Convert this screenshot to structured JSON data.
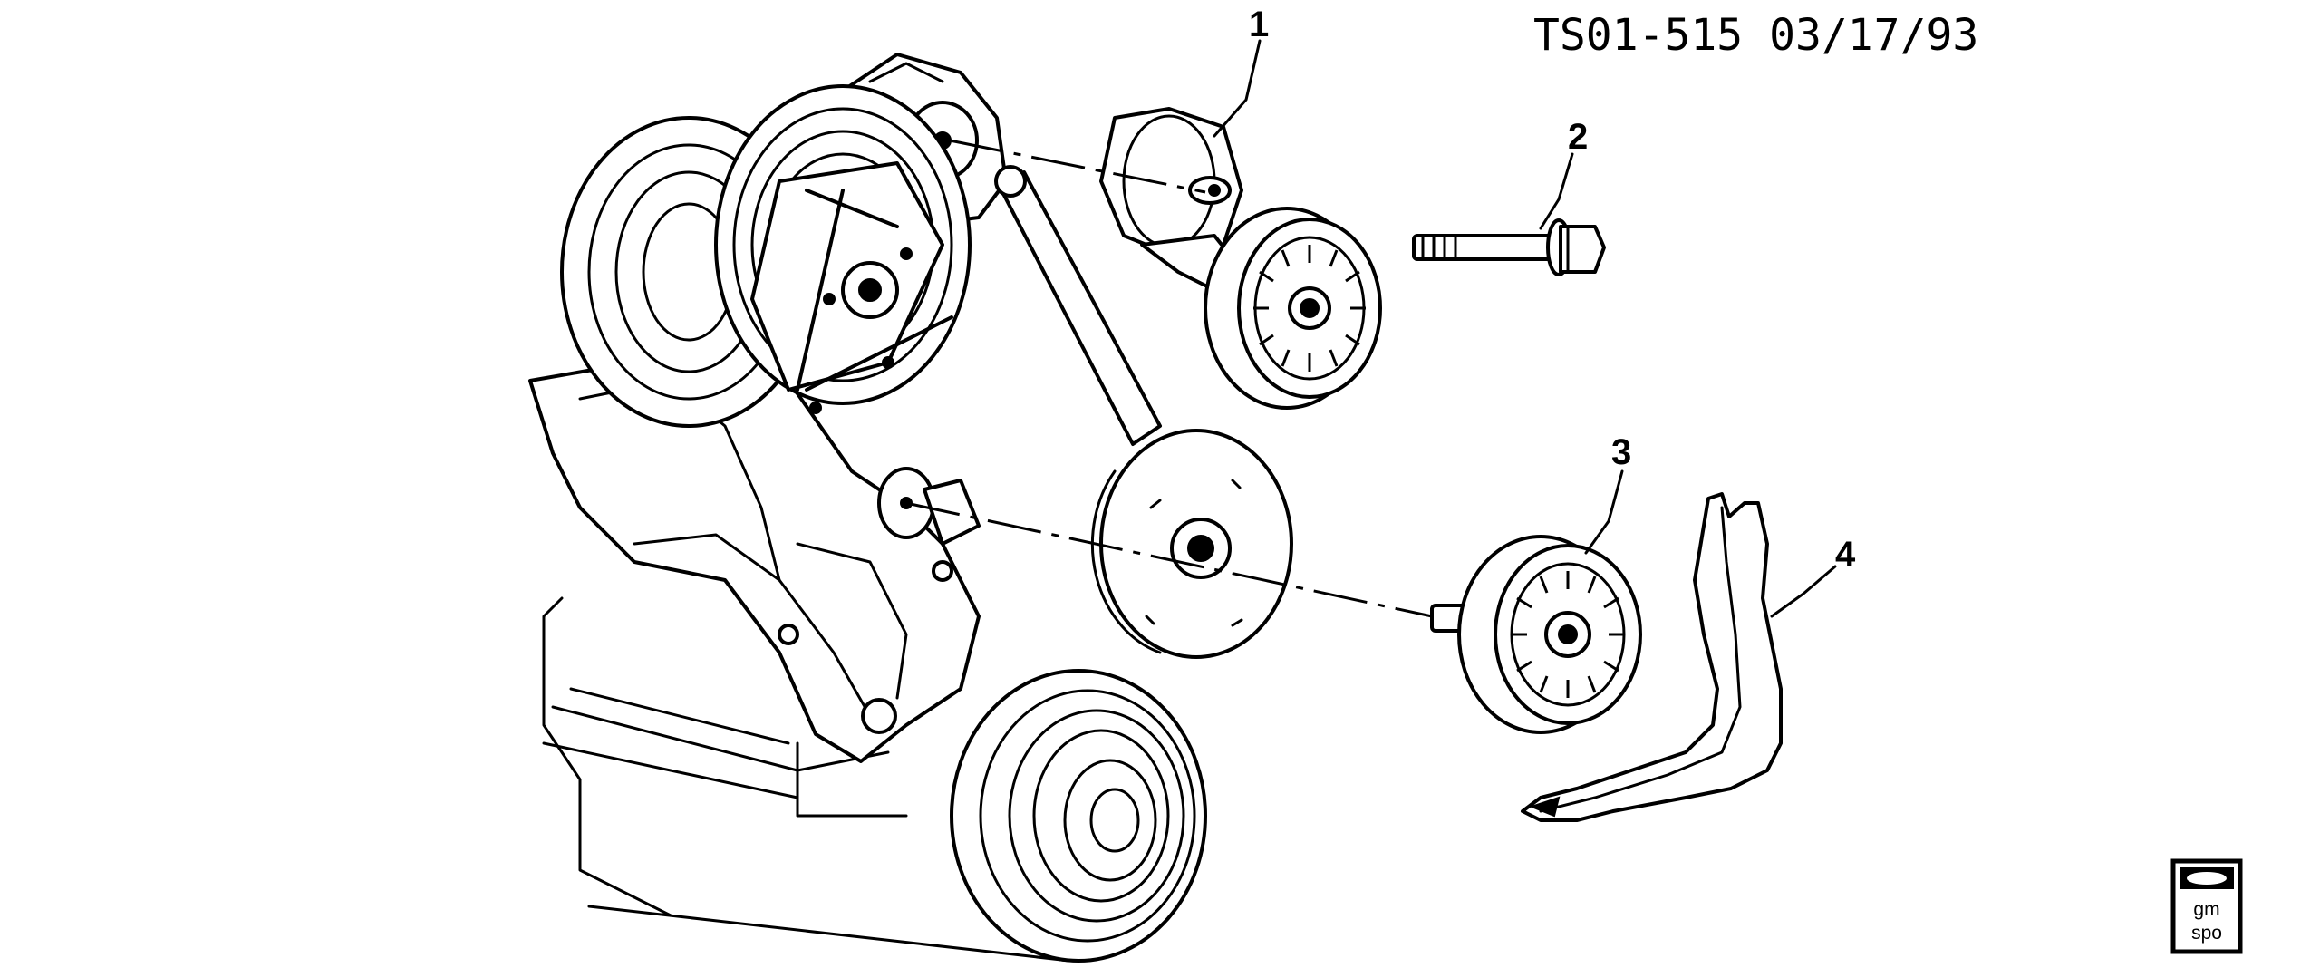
{
  "header": {
    "reference": "TS01-515 03/17/93"
  },
  "callouts": [
    {
      "label": "1"
    },
    {
      "label": "2"
    },
    {
      "label": "3"
    },
    {
      "label": "4"
    }
  ],
  "logo": {
    "line1": "gm",
    "line2": "spo"
  },
  "icons": {
    "logo": "gm-spo-logo-icon"
  }
}
